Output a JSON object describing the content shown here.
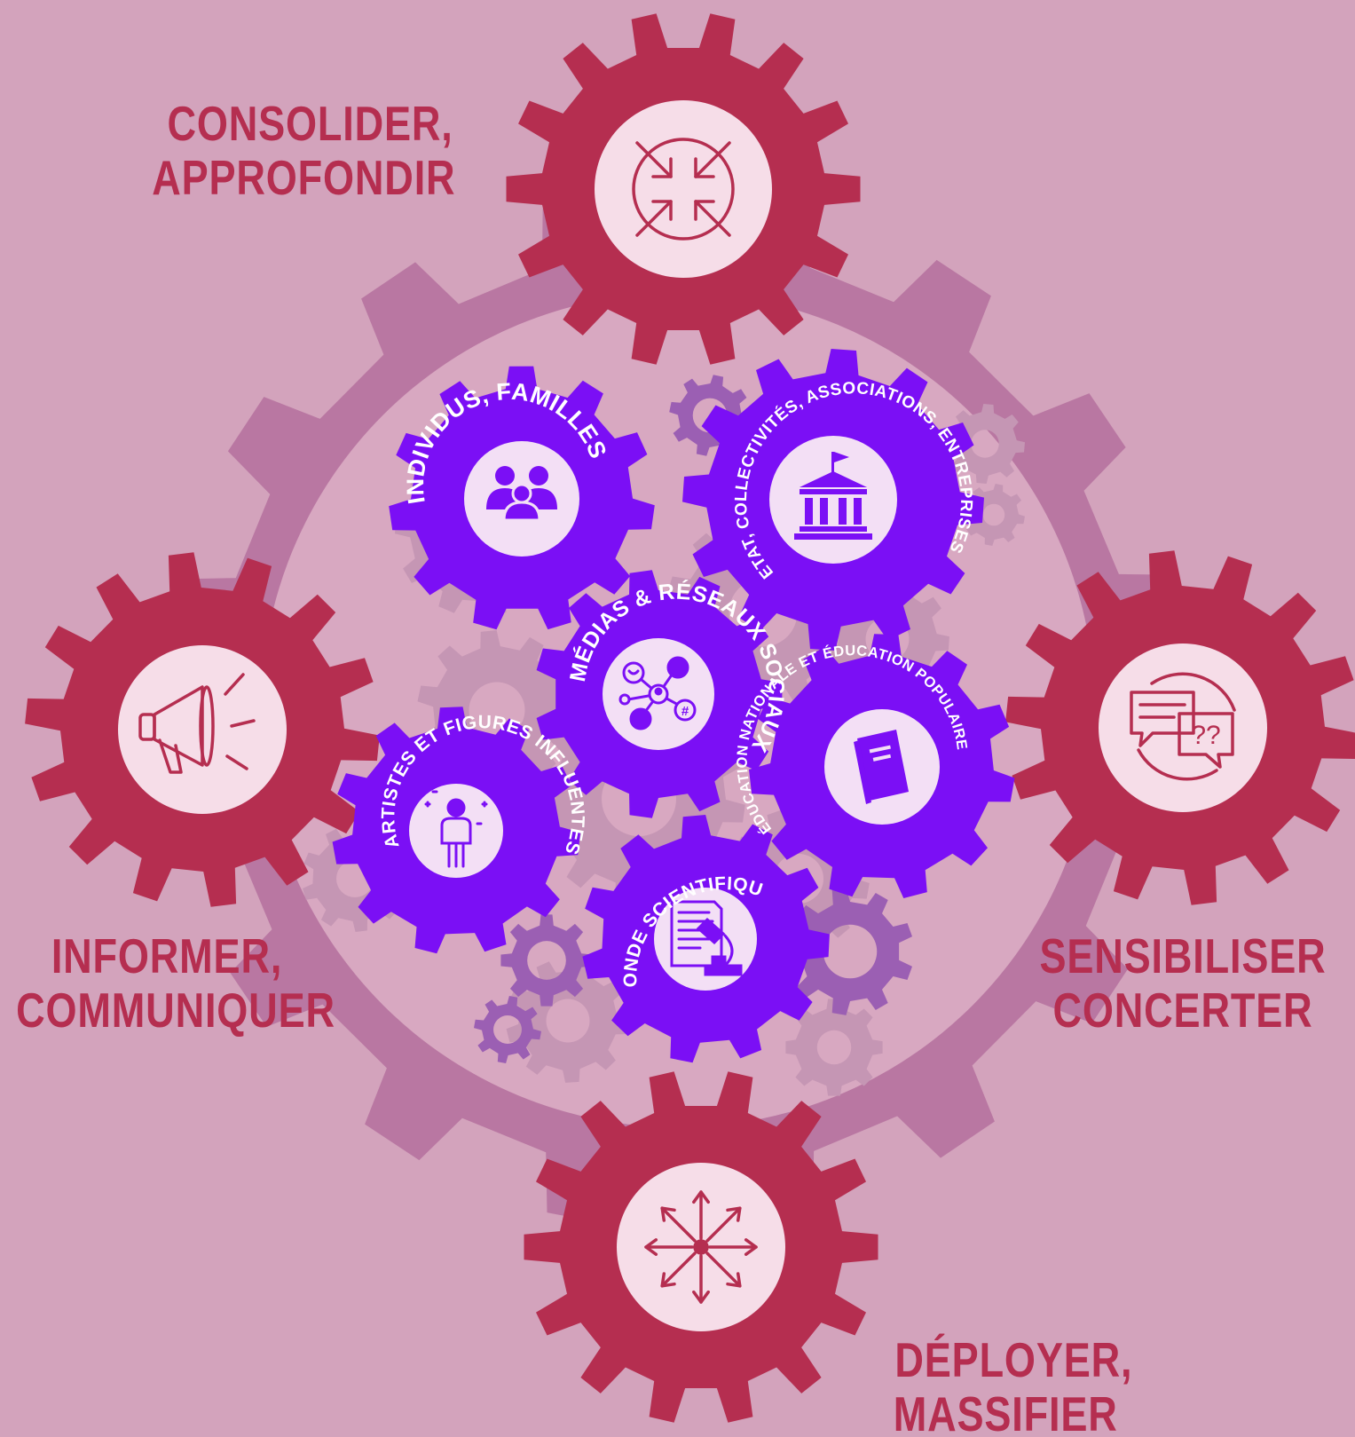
{
  "colors": {
    "background": "#d3a3bc",
    "big_gear": "#b977a2",
    "inner_circle": "#d8a8c1",
    "faint_gear": "#c596b4",
    "accent_gear": "#9b5fb3",
    "action_gear": "#b52e50",
    "action_hub": "#f6dde8",
    "actor_gear": "#7b0ff5",
    "actor_hub": "#f3dff5",
    "text_white": "#ffffff"
  },
  "actions": [
    {
      "id": "consolider",
      "lines": [
        "CONSOLIDER,",
        "APPROFONDIR"
      ],
      "icon": "arrows-inward-icon"
    },
    {
      "id": "informer",
      "lines": [
        "INFORMER,",
        "COMMUNIQUER"
      ],
      "icon": "megaphone-icon"
    },
    {
      "id": "sensibiliser",
      "lines": [
        "SENSIBILISER",
        "CONCERTER"
      ],
      "icon": "chat-bubbles-icon"
    },
    {
      "id": "deployer",
      "lines": [
        "DÉPLOYER,",
        "MASSIFIER"
      ],
      "icon": "arrows-outward-icon"
    }
  ],
  "actors": [
    {
      "id": "individus",
      "label": "INDIVIDUS, FAMILLES",
      "icon": "family-icon"
    },
    {
      "id": "etat",
      "label": "ETAT, COLLECTIVITÉS, ASSOCIATIONS, ENTREPRISES",
      "icon": "institution-icon"
    },
    {
      "id": "medias",
      "label": "MÉDIAS & RÉSEAUX SOCIAUX",
      "icon": "social-network-icon"
    },
    {
      "id": "artistes",
      "label": "ARTISTES ET FIGURES INFLUENTES",
      "icon": "influencer-icon"
    },
    {
      "id": "education",
      "label": "ÉDUCATION NATIONALE ET ÉDUCATION POPULAIRE",
      "icon": "book-icon"
    },
    {
      "id": "science",
      "label": "MONDE SCIENTIFIQUE",
      "icon": "microscope-document-icon"
    }
  ]
}
